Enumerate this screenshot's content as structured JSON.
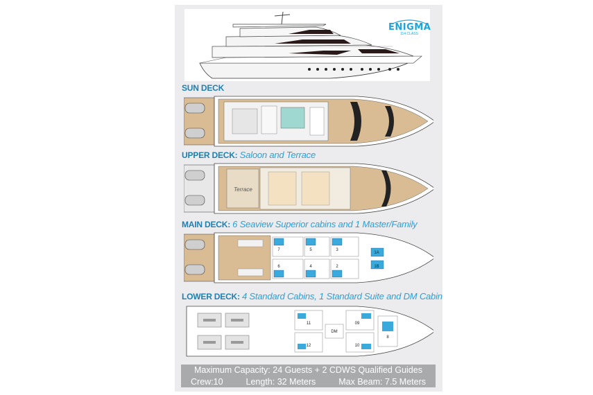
{
  "brand": {
    "logo_text": "ENIGMA",
    "logo_subtitle": "114 CLASS"
  },
  "decks": [
    {
      "name": "SUN DECK",
      "desc": ""
    },
    {
      "name": "UPPER DECK:",
      "desc": "Saloon and Terrace"
    },
    {
      "name": "MAIN DECK:",
      "desc": "6 Seaview Superior cabins and 1 Master/Family"
    },
    {
      "name": "LOWER DECK:",
      "desc": "4 Standard Cabins, 1 Standard Suite and DM Cabin"
    }
  ],
  "upper_plan": {
    "terrace_label": "Terrace"
  },
  "main_plan": {
    "cabin_numbers": [
      "7",
      "5",
      "3",
      "6",
      "4",
      "2",
      "1A",
      "1B"
    ]
  },
  "lower_plan": {
    "cabin_numbers": [
      "11",
      "09",
      "DM",
      "12",
      "10",
      "8"
    ]
  },
  "specs": {
    "capacity": "Maximum Capacity: 24 Guests + 2 CDWS Qualified Guides",
    "crew": "Crew:10",
    "length": "Length: 32 Meters",
    "beam": "Max Beam: 7.5 Meters"
  },
  "colors": {
    "label_blue": "#1e7fb0",
    "desc_blue": "#2a9fd6",
    "deck_wood": "#d9bb94",
    "cabin_blue": "#3aa9dc",
    "spec_bar": "#a9aaac"
  }
}
